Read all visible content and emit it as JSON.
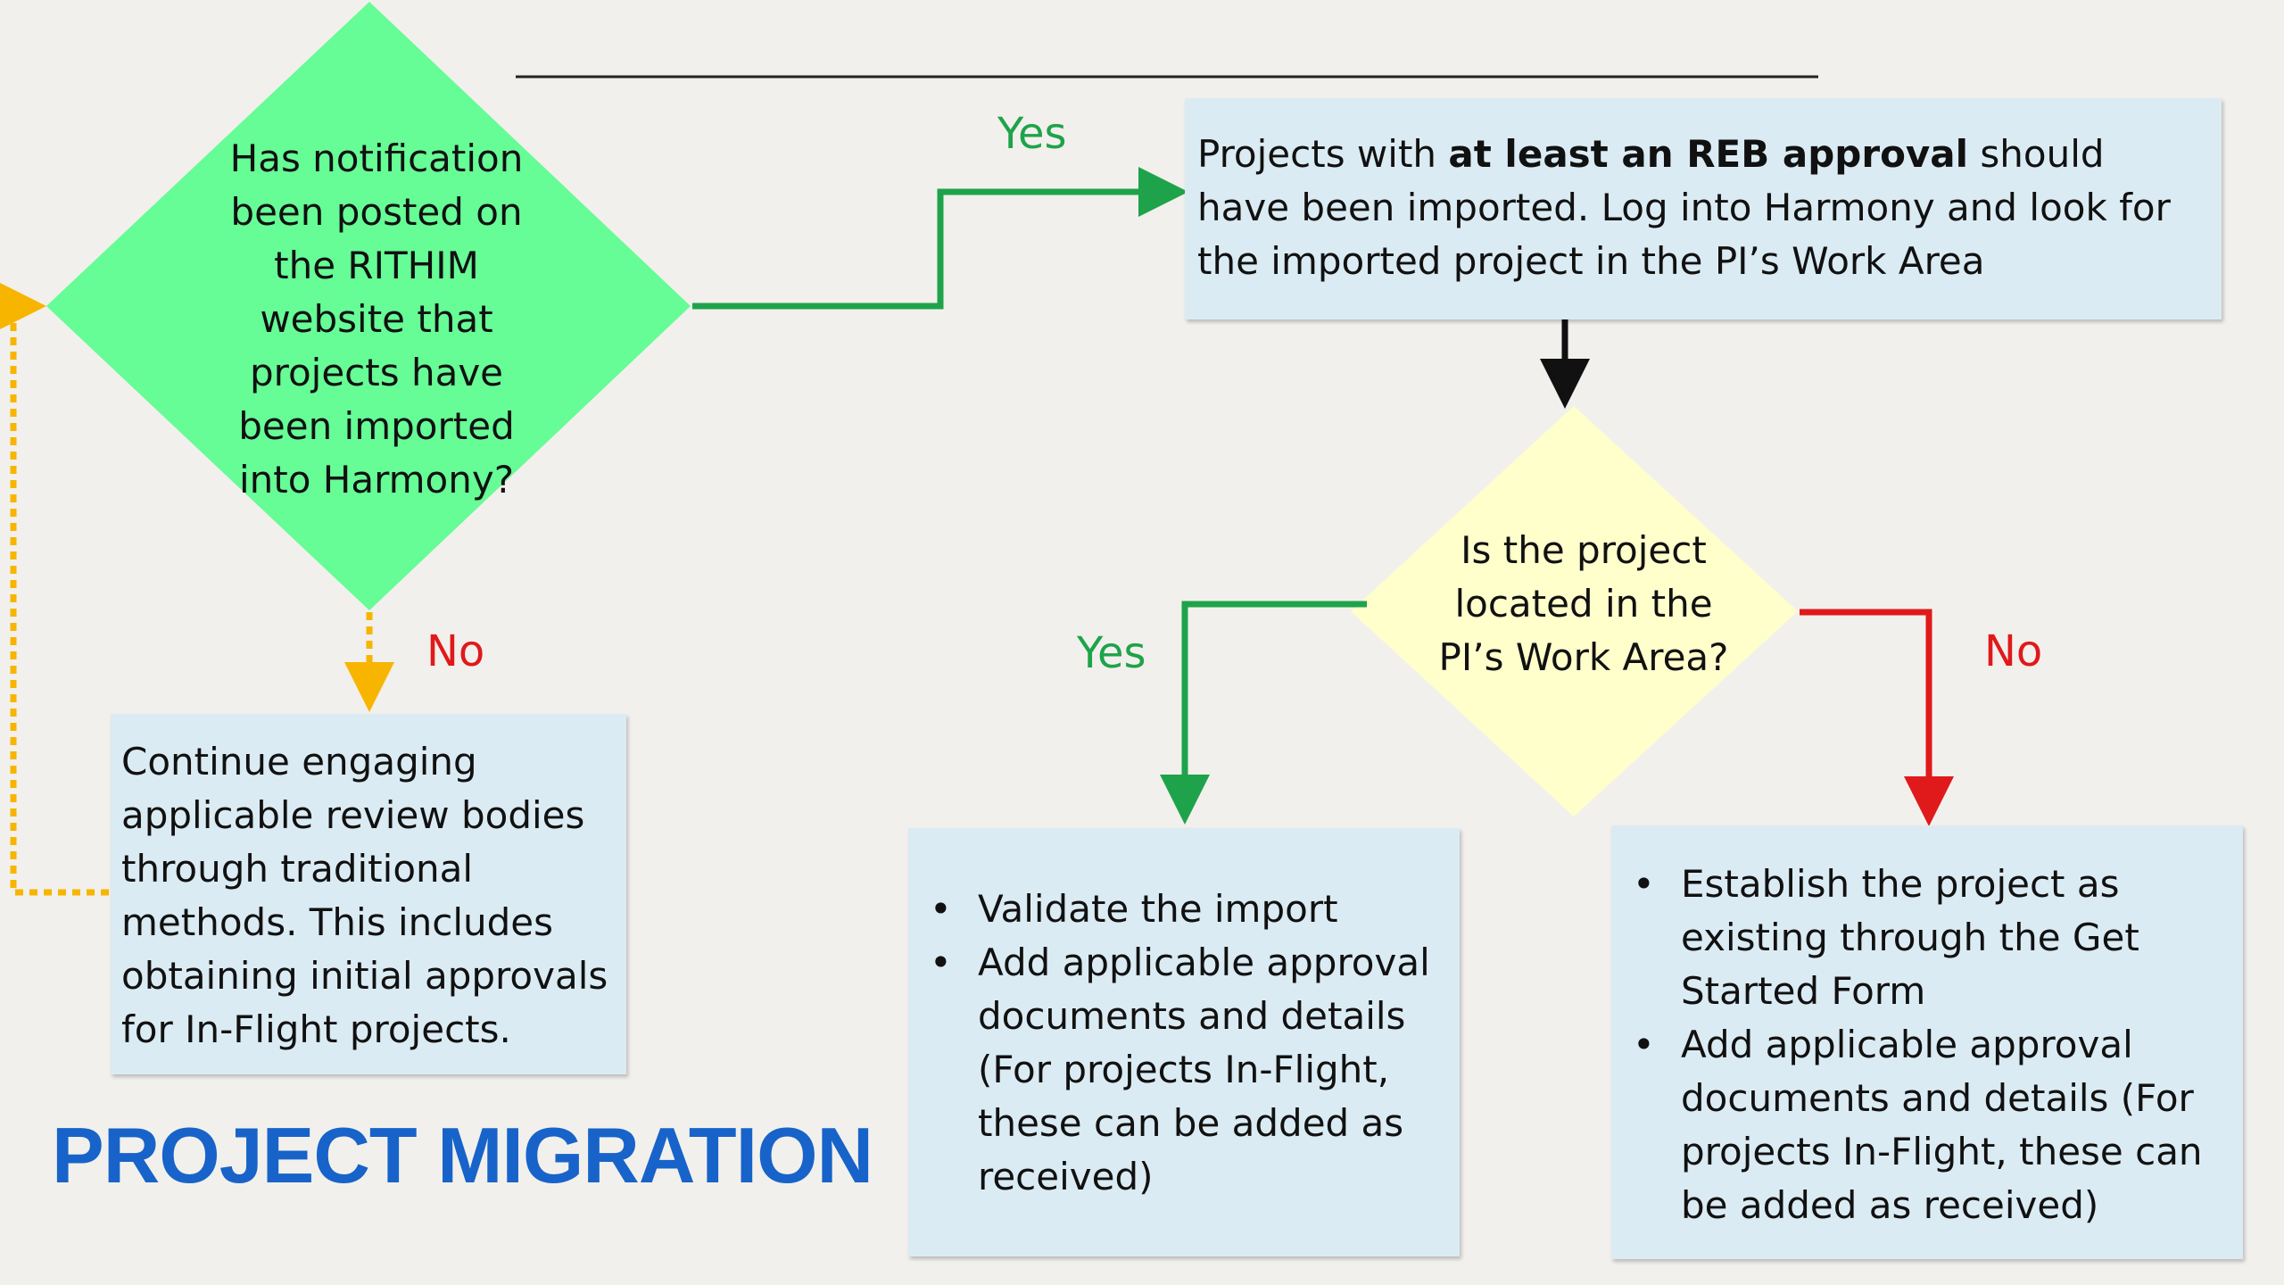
{
  "title": "PROJECT MIGRATION",
  "colors": {
    "background": "#f2f0ec",
    "decision_green": "#66fc96",
    "decision_yellow": "#ffffcc",
    "box_blue": "#dbebf3",
    "yes_green": "#1ea34a",
    "no_red": "#e0191b",
    "loop_orange": "#f7b500",
    "title_blue": "#1763c9"
  },
  "decision_imported": {
    "text": "Has notification been posted on the RITHIM website that projects have been imported into Harmony?"
  },
  "decision_located": {
    "text": "Is the project located in the PI’s Work Area?"
  },
  "box_imported": {
    "text_before": "Projects with ",
    "text_bold": "at least an REB approval",
    "text_after": " should have been imported. Log into Harmony and look for the imported project in the PI’s Work Area"
  },
  "box_continue": {
    "text": "Continue engaging applicable review bodies through traditional methods.  This includes obtaining initial approvals for In-Flight projects."
  },
  "box_validate": {
    "items": [
      "Validate the import",
      "Add applicable approval documents and details (For projects In-Flight, these can be added as received)"
    ]
  },
  "box_establish": {
    "items": [
      "Establish the project as existing through the Get Started Form",
      "Add applicable approval documents and details (For projects In-Flight, these can be added as received)"
    ]
  },
  "labels": {
    "yes_top": "Yes",
    "no_left": "No",
    "yes_mid": "Yes",
    "no_right": "No"
  }
}
